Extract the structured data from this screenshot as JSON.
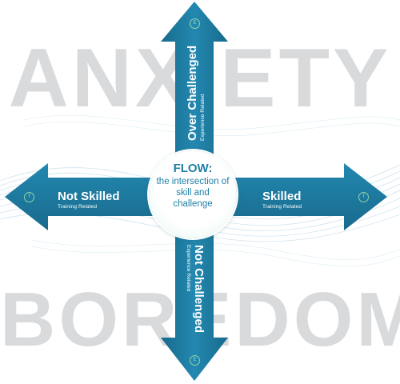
{
  "background": {
    "top_word": "ANXIETY",
    "bottom_word": "BOREDOM"
  },
  "center": {
    "title": "FLOW:",
    "text": "the intersection of skill and challenge"
  },
  "arrows": {
    "up": {
      "label": "Over Challenged",
      "sublabel": "Experience Related",
      "badge": "E"
    },
    "down": {
      "label": "Not Challenged",
      "sublabel": "Experience Related",
      "badge": "E"
    },
    "left": {
      "label": "Not Skilled",
      "sublabel": "Training Related",
      "badge": "T"
    },
    "right": {
      "label": "Skilled",
      "sublabel": "Training Related",
      "badge": "T"
    }
  },
  "colors": {
    "arrow": "#1f7fa6",
    "arrow_dark": "#186a8c",
    "background_text": "#d9dadc",
    "badge": "#8fd3a8",
    "wave": "#a9cfe4"
  }
}
